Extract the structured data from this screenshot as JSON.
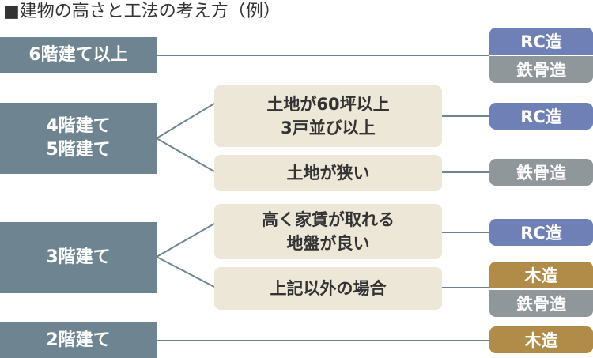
{
  "title": "■建物の高さと工法の考え方（例）",
  "colors": {
    "floor_box": "#6e8591",
    "condition_box": "#ede7d8",
    "rc": "#6f80b6",
    "steel": "#8f979b",
    "wood": "#b08c48",
    "connector": "#6e8591"
  },
  "floors": {
    "f6": "6階建て以上",
    "f45": "4階建て\n5階建て",
    "f3": "3階建て",
    "f2": "2階建て"
  },
  "conditions": {
    "c1": "土地が60坪以上\n3戸並び以上",
    "c2": "土地が狭い",
    "c3": "高く家賃が取れる\n地盤が良い",
    "c4": "上記以外の場合"
  },
  "methods": {
    "rc": "RC造",
    "steel": "鉄骨造",
    "wood": "木造"
  }
}
